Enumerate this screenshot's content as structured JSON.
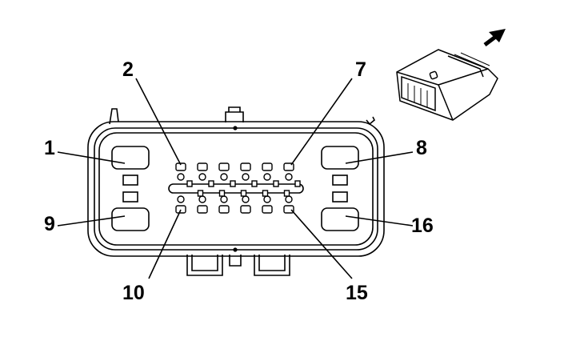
{
  "labels": {
    "pin_1": "1",
    "pin_2": "2",
    "pin_7": "7",
    "pin_8": "8",
    "pin_9": "9",
    "pin_10": "10",
    "pin_15": "15",
    "pin_16": "16"
  },
  "colors": {
    "stroke": "#000000",
    "background": "#ffffff"
  },
  "icons": {
    "direction": "arrow-up-right-icon",
    "connector_view": "connector-3d-icon"
  }
}
